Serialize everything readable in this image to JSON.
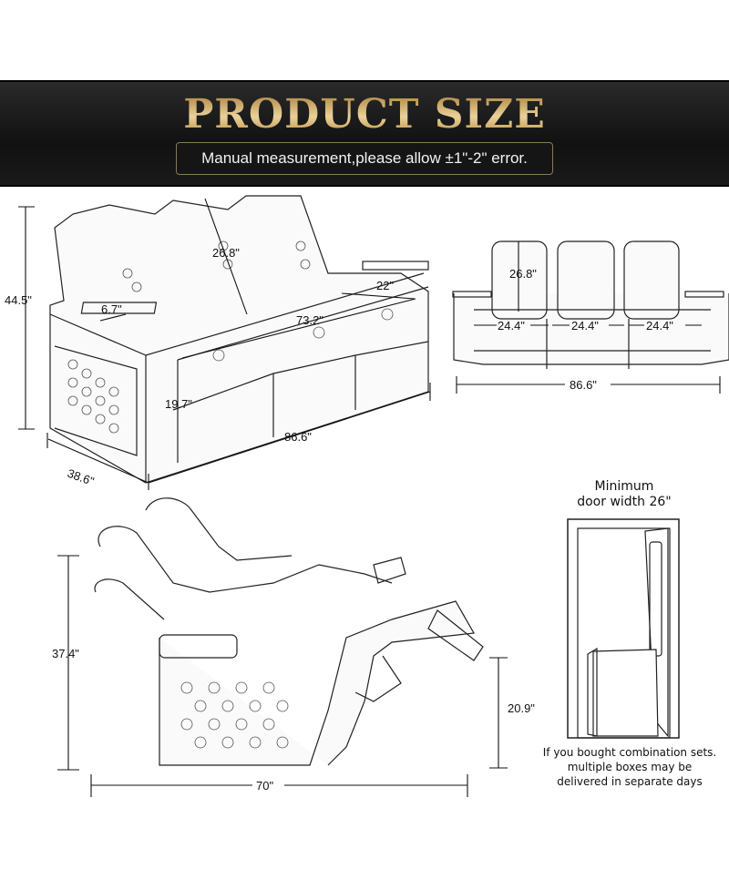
{
  "header": {
    "title": "PRODUCT SIZE",
    "subtitle": "Manual measurement,please allow ±1\"-2\" error.",
    "colors": {
      "banner_bg": "#151515",
      "title_gold": "#d9b56e",
      "subtitle_text": "#f2f2f2"
    }
  },
  "perspective_view": {
    "height": "44.5\"",
    "backrest_height": "26.8\"",
    "armrest_width": "6.7\"",
    "console_depth": "22\"",
    "seat_width": "73.2\"",
    "seat_height": "19.7\"",
    "total_width": "86.6\"",
    "depth": "38.6\""
  },
  "front_view": {
    "backrest_height": "26.8\"",
    "seat_widths": [
      "24.4\"",
      "24.4\"",
      "24.4\""
    ],
    "total_width": "86.6\""
  },
  "side_view": {
    "height": "37.4\"",
    "footrest_height": "20.9\"",
    "reclined_length": "70\""
  },
  "door_panel": {
    "title_line1": "Minimum",
    "title_line2": "door width 26\"",
    "note_line1": "If you bought combination sets.",
    "note_line2": "multiple boxes may be",
    "note_line3": "delivered in separate days"
  }
}
